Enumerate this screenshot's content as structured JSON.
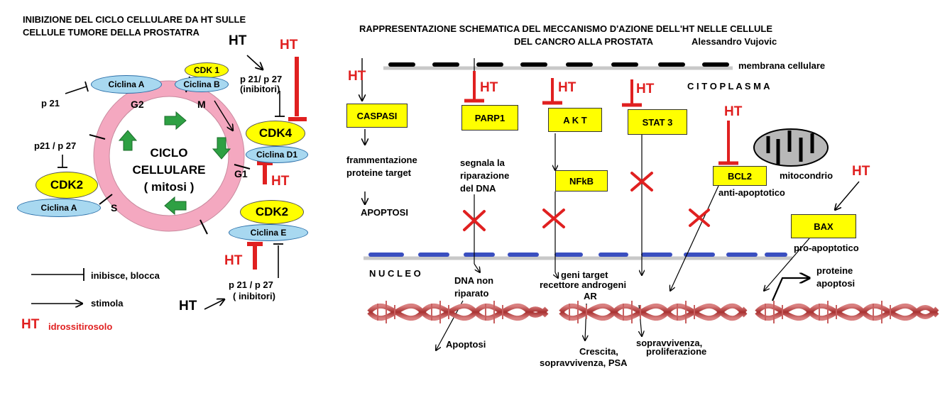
{
  "left": {
    "title_line1": "INIBIZIONE DEL CICLO CELLULARE DA HT SULLE",
    "title_line2": "CELLULE TUMORE DELLA PROSTATRA",
    "cycle_label1": "CICLO",
    "cycle_label2": "CELLULARE",
    "cycle_label3": "( mitosi )",
    "phase_g2": "G2",
    "phase_m": "M",
    "phase_g1": "G1",
    "phase_s": "S",
    "ciclina_a_top": "Ciclina A",
    "cdk1": "CDK 1",
    "ciclina_b": "Ciclina B",
    "ht_top": "HT",
    "ht_top_red": "HT",
    "p21_p27_top_line1": "p 21/ p 27",
    "p21_p27_top_line2": "(inibitori)",
    "p21_left": "p 21",
    "p21_p27_left": "p21 / p 27",
    "cdk2_left": "CDK2",
    "ciclina_a_bottom": "Ciclina A",
    "cdk4": "CDK4",
    "ciclina_d1": "Ciclina D1",
    "ht_mid_red": "HT",
    "cdk2_right": "CDK2",
    "ciclina_e": "Ciclina E",
    "ht_low_red": "HT",
    "p21_p27_bottom_line1": "p 21 / p 27",
    "p21_p27_bottom_line2": "( inibitori)",
    "ht_bottom": "HT",
    "legend_inhibit": "inibisce, blocca",
    "legend_stimulate": "stimola",
    "legend_ht": "HT",
    "legend_ht_desc": "idrossitirosolo"
  },
  "right": {
    "title_line1": "RAPPRESENTAZIONE SCHEMATICA DEL MECCANISMO D'AZIONE DELL'HT NELLE CELLULE",
    "title_line2": "DEL CANCRO ALLA PROSTATA",
    "author": "Alessandro Vujovic",
    "membrane": "membrana cellulare",
    "cytoplasm": "C I T O P L A S M A",
    "nucleus": "N U C L E O",
    "ht_caspasi": "HT",
    "caspasi": "CASPASI",
    "caspasi_effect1": "frammentazione",
    "caspasi_effect2": "proteine target",
    "apoptosi_upper": "APOPTOSI",
    "ht_parp1": "HT",
    "parp1": "PARP1",
    "parp1_effect1": "segnala la",
    "parp1_effect2": "riparazione",
    "parp1_effect3": "del DNA",
    "ht_akt": "HT",
    "akt": "A K T",
    "nfkb": "NFkB",
    "ht_stat3": "HT",
    "stat3": "STAT 3",
    "ht_bcl2": "HT",
    "bcl2": "BCL2",
    "bcl2_desc": "anti-apoptotico",
    "mitocondrio": "mitocondrio",
    "ht_bax": "HT",
    "bax": "BAX",
    "bax_desc": "pro-apoptotico",
    "dna_non_line1": "DNA non",
    "dna_non_line2": "riparato",
    "apoptosi_lower": "Apoptosi",
    "geni_target_line1": "geni target",
    "geni_target_line2": "recettore  androgeni",
    "geni_target_line3": "AR",
    "crescita_line1": "Crescita,",
    "crescita_line2": "sopravvivenza, PSA",
    "sopravv_line1": "sopravvivenza,",
    "sopravv_line2": "proliferazione",
    "proteine_line1": "proteine",
    "proteine_line2": "apoptosi"
  },
  "colors": {
    "ht_red": "#e02020",
    "box_yellow": "#ffff00",
    "cyclin_blue": "#a8d8f0",
    "ring_pink": "#f4a8c0",
    "arrow_green": "#2ea043",
    "membrane_grey": "#c8c8c8",
    "nucleus_blue": "#3a4fc0",
    "dna_red": "#b04040"
  }
}
